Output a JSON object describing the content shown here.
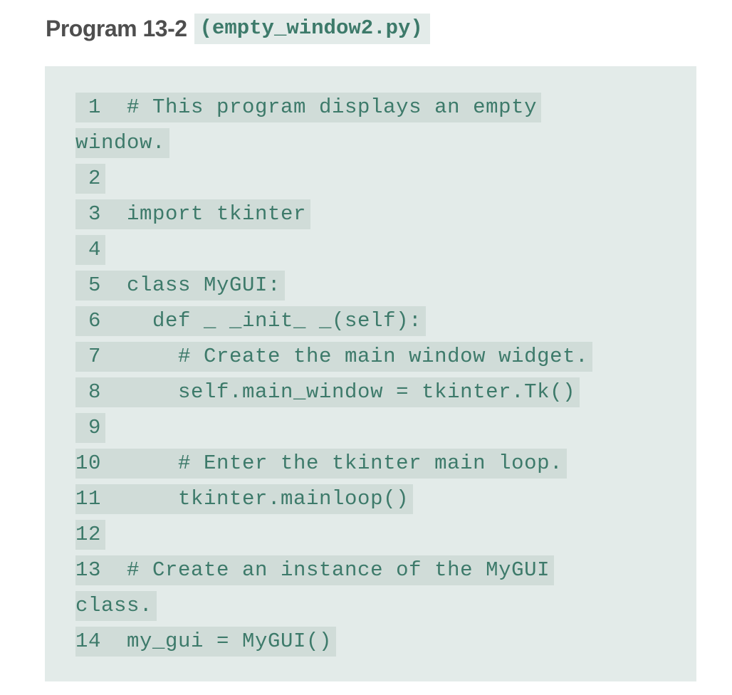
{
  "header": {
    "program_label": "Program 13-2",
    "file_name": "(empty_window2.py)"
  },
  "code_rows": [
    " 1  # This program displays an empty",
    "window.",
    " 2",
    " 3  import tkinter",
    " 4",
    " 5  class MyGUI:",
    " 6    def _ _init_ _(self):",
    " 7      # Create the main window widget.",
    " 8      self.main_window = tkinter.Tk()",
    " 9",
    "10      # Enter the tkinter main loop.",
    "11      tkinter.mainloop()",
    "12",
    "13  # Create an instance of the MyGUI",
    "class.",
    "14  my_gui = MyGUI()"
  ]
}
